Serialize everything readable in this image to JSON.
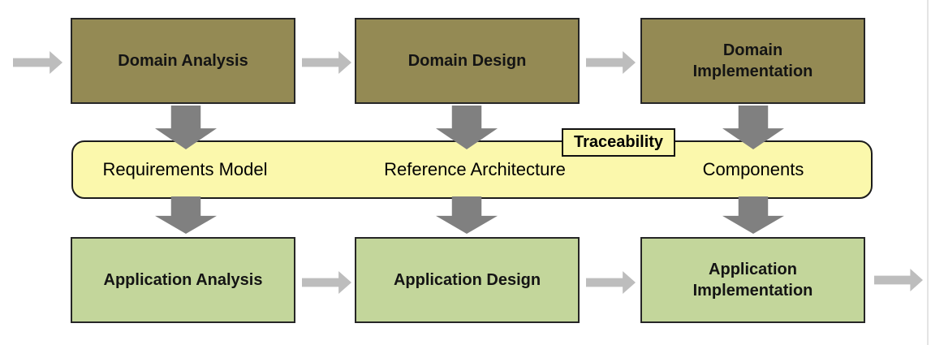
{
  "colors": {
    "domain_box_fill": "#948A54",
    "application_box_fill": "#C3D69B",
    "artifact_band_fill": "#FBF8AC",
    "box_border": "#262626",
    "horizontal_arrow": "#BDBDBD",
    "vertical_arrow": "#808080",
    "text": "#000000"
  },
  "flow": {
    "top_row": {
      "boxes": [
        {
          "line1": "Domain Analysis"
        },
        {
          "line1": "Domain Design"
        },
        {
          "line1": "Domain",
          "line2": "Implementation"
        }
      ]
    },
    "middle_band": {
      "items": [
        {
          "label": "Requirements Model"
        },
        {
          "label": "Reference Architecture"
        },
        {
          "label": "Components"
        }
      ],
      "tag": {
        "label": "Traceability"
      }
    },
    "bottom_row": {
      "boxes": [
        {
          "line1": "Application Analysis"
        },
        {
          "line1": "Application Design"
        },
        {
          "line1": "Application",
          "line2": "Implementation"
        }
      ]
    }
  }
}
